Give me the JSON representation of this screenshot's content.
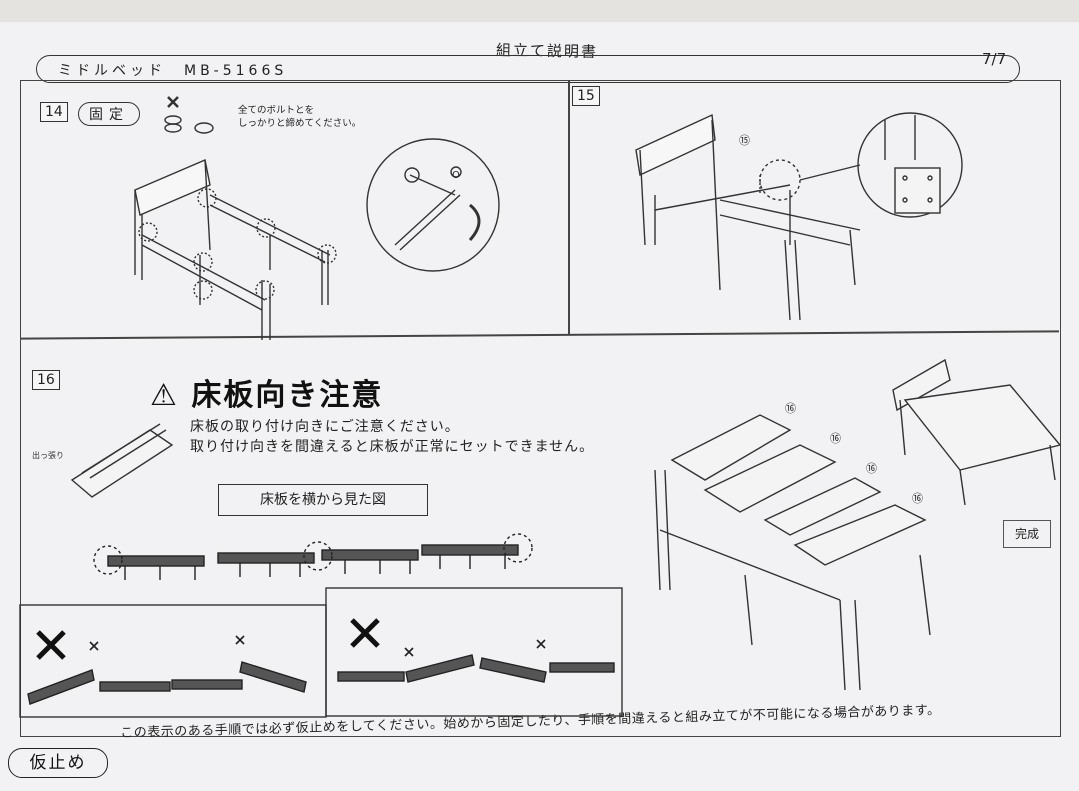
{
  "header": {
    "doc_title": "組立て説明書",
    "product": "ミドルベッド　MB-5166S",
    "page": "7/7"
  },
  "step14": {
    "number": "14",
    "label": "固定",
    "instruction": "全てのボルトとを\nしっかりと締めてください。"
  },
  "step15": {
    "number": "15",
    "part_callout": "⑮"
  },
  "step16": {
    "number": "16",
    "title": "⚠ 床板向き注意",
    "note1": "床板の取り付け向きにご注意ください。",
    "note2": "取り付け向きを間違えると床板が正常にセットできません。",
    "side_view_label": "床板を横から見た図",
    "protrusion_label": "出っ張り",
    "floorboard_label": "床板",
    "complete_label": "完成",
    "part_callouts": [
      "⑯",
      "⑯",
      "⑯",
      "⑯"
    ]
  },
  "footer": {
    "label": "仮止め",
    "text": "この表示のある手順では必ず仮止めをしてください。始めから固定したり、手順を間違えると組み立てが不可能になる場合があります。"
  }
}
